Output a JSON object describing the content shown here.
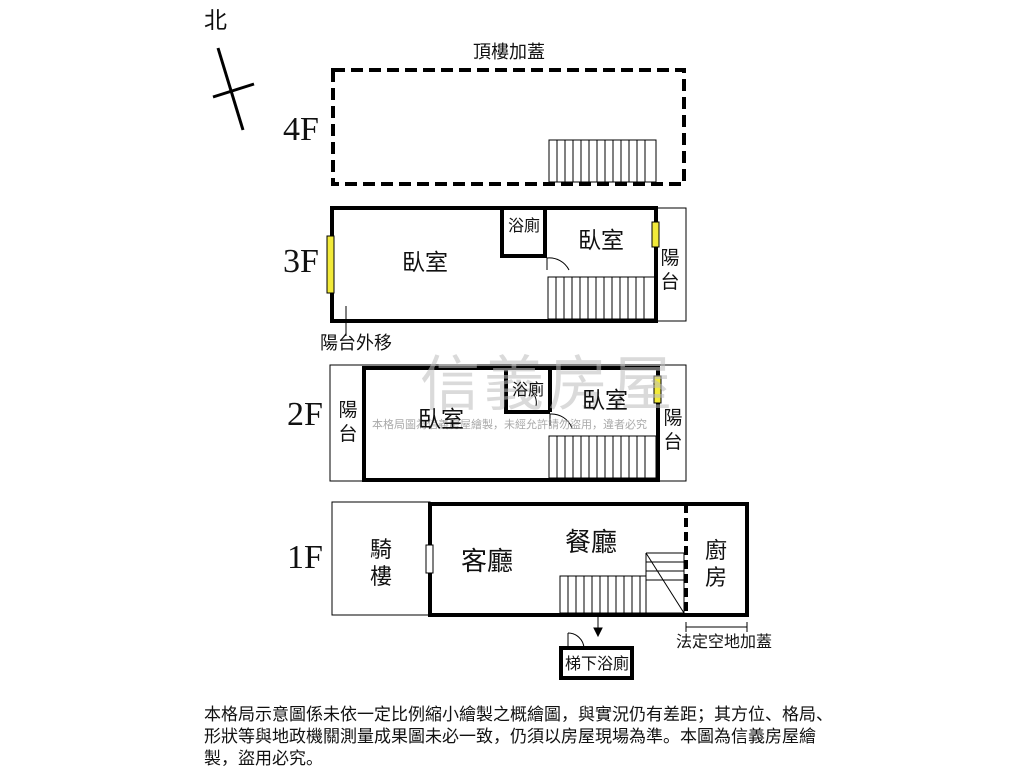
{
  "compass": {
    "label": "北"
  },
  "floors": {
    "f4": "4F",
    "f3": "3F",
    "f2": "2F",
    "f1": "1F"
  },
  "rooms": {
    "roof_addition": "頂樓加蓋",
    "f3_bedroom_left": "臥室",
    "f3_bath": "浴廁",
    "f3_bedroom_right": "臥室",
    "f3_balcony": "陽台",
    "balcony_moved_out": "陽台外移",
    "f2_balcony_left": "陽台",
    "f2_bedroom_left": "臥室",
    "f2_bath": "浴廁",
    "f2_bedroom_right": "臥室",
    "f2_balcony_right": "陽台",
    "arcade": "騎樓",
    "living_room": "客廳",
    "dining_room": "餐廳",
    "kitchen": "廚房",
    "understair_bath": "梯下浴廁",
    "legal_open_space_addition": "法定空地加蓋"
  },
  "watermark": {
    "brand": "信義房屋",
    "line": "本格局圖為信義房屋繪製，未經允許請勿盜用，違者必究"
  },
  "notes": {
    "disclaimer": "本格局示意圖係未依一定比例縮小繪製之概繪圖，與實況仍有差距；其方位、格局、形狀等與地政機關測量成果圖未必一致，仍須以房屋現場為準。本圖為信義房屋繪製，盜用必究。"
  }
}
